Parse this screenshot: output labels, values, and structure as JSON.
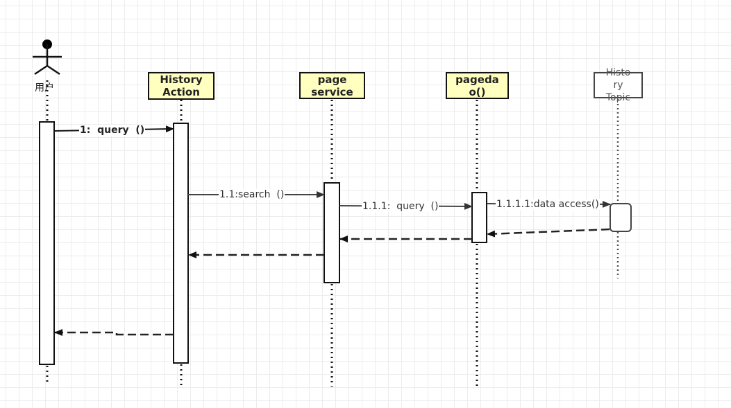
{
  "diagram": {
    "type": "sequence",
    "actor": {
      "label": "用户",
      "icon": "stick-figure-icon"
    },
    "lifelines": [
      {
        "id": "user",
        "label": "用户"
      },
      {
        "id": "history_action",
        "label_lines": [
          "History",
          "Action"
        ]
      },
      {
        "id": "page_service",
        "label_lines": [
          "page",
          "service"
        ]
      },
      {
        "id": "pagedao",
        "label_lines": [
          "pageda",
          "o()"
        ]
      },
      {
        "id": "history_topic",
        "label_lines": [
          "Histo",
          "ry",
          "Topic"
        ]
      }
    ],
    "messages": [
      {
        "id": "m1",
        "label": "1:  query  ()",
        "from": "user",
        "to": "history_action",
        "kind": "sync"
      },
      {
        "id": "m2",
        "label": "1.1:search  ()",
        "from": "history_action",
        "to": "page_service",
        "kind": "sync"
      },
      {
        "id": "m3",
        "label": "1.1.1:  query  ()",
        "from": "page_service",
        "to": "pagedao",
        "kind": "sync"
      },
      {
        "id": "m4",
        "label": "1.1.1.1:data access()",
        "from": "pagedao",
        "to": "history_topic",
        "kind": "sync"
      },
      {
        "id": "r4",
        "label": "",
        "from": "history_topic",
        "to": "pagedao",
        "kind": "return"
      },
      {
        "id": "r3",
        "label": "",
        "from": "pagedao",
        "to": "page_service",
        "kind": "return"
      },
      {
        "id": "r2",
        "label": "",
        "from": "page_service",
        "to": "history_action",
        "kind": "return"
      },
      {
        "id": "r1",
        "label": "",
        "from": "history_action",
        "to": "user",
        "kind": "return"
      }
    ]
  }
}
